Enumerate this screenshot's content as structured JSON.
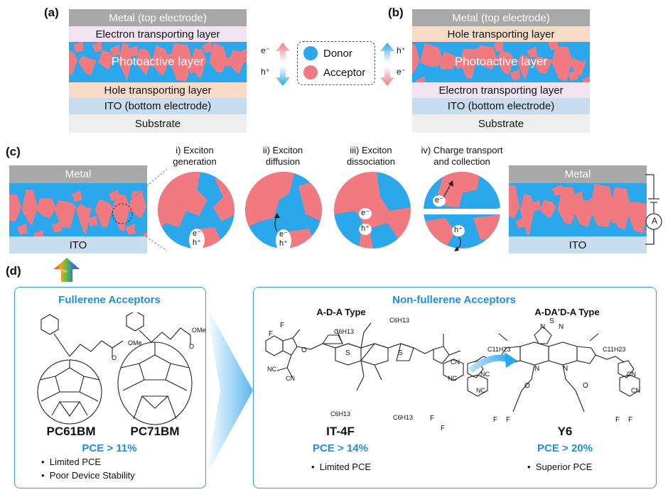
{
  "panels": {
    "a": "(a)",
    "b": "(b)",
    "c": "(c)",
    "d": "(d)"
  },
  "stack_a": {
    "metal": "Metal (top electrode)",
    "etl": "Electron transporting layer",
    "photo": "Photoactive layer",
    "htl": "Hole transporting layer",
    "ito": "ITO (bottom electrode)",
    "substrate": "Substrate"
  },
  "stack_b": {
    "metal": "Metal (top electrode)",
    "htl": "Hole transporting layer",
    "photo": "Photoactive layer",
    "etl": "Electron transporting layer",
    "ito": "ITO (bottom electrode)",
    "substrate": "Substrate"
  },
  "carriers": {
    "electron": "e⁻",
    "hole": "h⁺"
  },
  "legend": {
    "donor": "Donor",
    "acceptor": "Acceptor",
    "donor_color": "#2ba8ec",
    "acceptor_color": "#f07a80"
  },
  "device_c": {
    "metal": "Metal",
    "ito": "ITO",
    "light": "hν",
    "ammeter": "A"
  },
  "steps": [
    {
      "line1": "i) Exciton",
      "line2": "generation"
    },
    {
      "line1": "ii) Exciton",
      "line2": "diffusion"
    },
    {
      "line1": "iii) Exciton",
      "line2": "dissociation"
    },
    {
      "line1": "iv) Charge transport",
      "line2": "and collection"
    }
  ],
  "fullerene": {
    "title": "Fullerene Acceptors",
    "compound1": "PC61BM",
    "compound2": "PC71BM",
    "pce": "PCE > 11%",
    "bullets": [
      "Limited PCE",
      "Poor Device Stability"
    ],
    "ome": "OMe",
    "o": "O"
  },
  "nonfullerene": {
    "title": "Non-fullerene Acceptors",
    "type1": "A-D-A Type",
    "type2": "A-DA'D-A Type",
    "compound1": "IT-4F",
    "compound2": "Y6",
    "pce1": "PCE > 14%",
    "pce2": "PCE > 20%",
    "bullet1": "Limited PCE",
    "bullet2": "Superior PCE",
    "labels": {
      "f": "F",
      "cn": "CN",
      "nc": "NC",
      "o": "O",
      "s": "S",
      "n": "N",
      "c6h13": "C6H13",
      "c11h23": "C11H23"
    }
  }
}
